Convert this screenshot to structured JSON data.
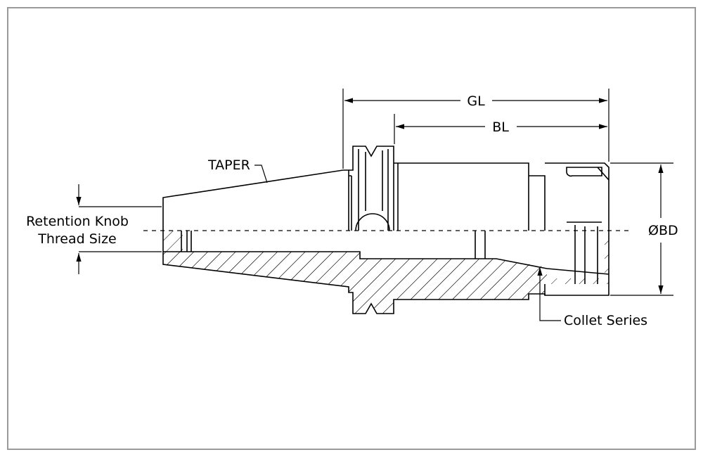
{
  "labels": {
    "gl": "GL",
    "bl": "BL",
    "bd": "ØBD",
    "taper": "TAPER",
    "retention_line1": "Retention Knob",
    "retention_line2": "Thread Size",
    "collet_series": "Collet Series"
  },
  "colors": {
    "line": "#000000",
    "frame": "#9a9a9a",
    "background": "#ffffff"
  }
}
